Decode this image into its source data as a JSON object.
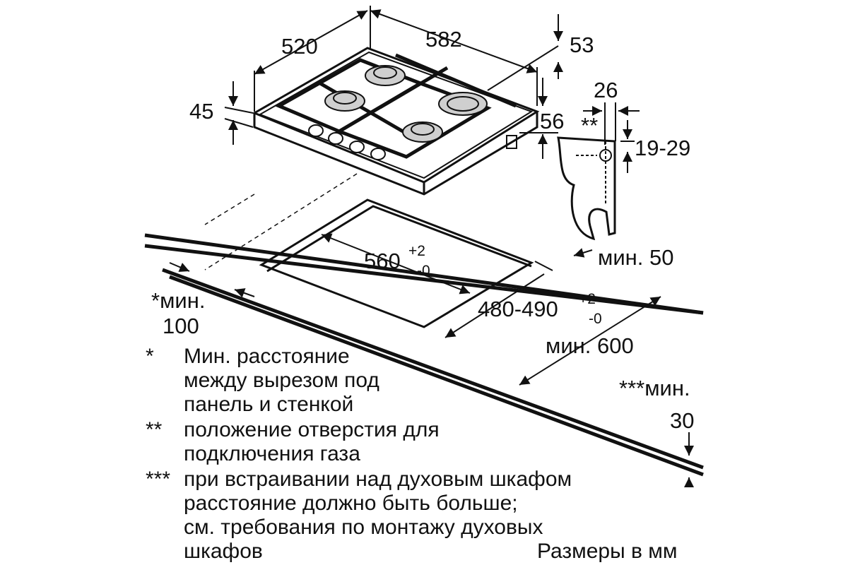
{
  "dimensions": {
    "width_520": "520",
    "depth_582": "582",
    "d53": "53",
    "d45": "45",
    "d56": "56",
    "d26": "26",
    "gas_marker": "**",
    "d19_29": "19-29",
    "cutout_width_main": "560",
    "cutout_width_tol_plus": "+2",
    "cutout_width_tol_minus": "-0",
    "cutout_depth_main": "480-490",
    "cutout_depth_tol_plus": "+2",
    "cutout_depth_tol_minus": "-0",
    "min50": "мин. 50",
    "min100_line1": "*мин.",
    "min100_line2": "100",
    "min600": "мин. 600",
    "min30_line1": "***мин.",
    "min30_line2": "30"
  },
  "notes": [
    {
      "marker": "*",
      "lines": [
        "Мин. расстояние",
        "между вырезом под",
        "панель и стенкой"
      ]
    },
    {
      "marker": "**",
      "lines": [
        "положение отверстия для",
        "подключения газа"
      ]
    },
    {
      "marker": "***",
      "lines": [
        "при встраивании над духовым шкафом",
        "расстояние должно быть больше;",
        "см. требования по монтажу духовых",
        "шкафов"
      ]
    }
  ],
  "units_note": "Размеры в мм"
}
